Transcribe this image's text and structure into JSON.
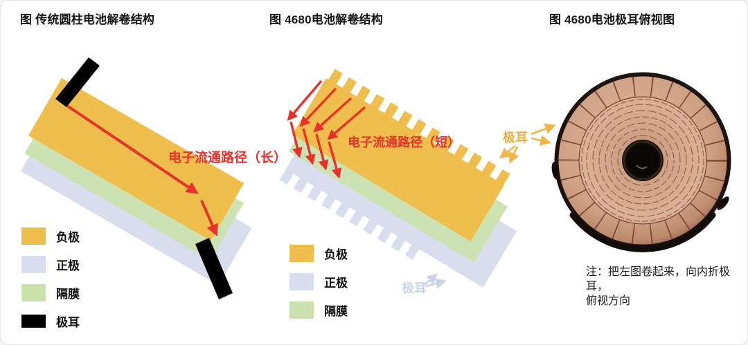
{
  "panel_left": {
    "title": "图 传统圆柱电池解卷结构",
    "path_label": "电子流通路径（长）",
    "legend": [
      {
        "label": "负极",
        "color": "#F0BE4C"
      },
      {
        "label": "正极",
        "color": "#D9DEEF"
      },
      {
        "label": "隔膜",
        "color": "#CBE2AE"
      },
      {
        "label": "极耳",
        "color": "#000000"
      }
    ]
  },
  "panel_middle": {
    "title": "图 4680电池解卷结构",
    "path_label": "电子流通路径（短）",
    "tab_label_anode": "极耳",
    "tab_label_cathode": "极耳",
    "legend": [
      {
        "label": "负极",
        "color": "#F0BE4C"
      },
      {
        "label": "正极",
        "color": "#D9DEEF"
      },
      {
        "label": "隔膜",
        "color": "#CBE2AE"
      }
    ]
  },
  "panel_right": {
    "title": "图 4680电池极耳俯视图",
    "note_line1": "注：把左图卷起来，向内折极耳，",
    "note_line2": "俯视方向"
  },
  "colors": {
    "anode": "#F0BE4C",
    "cathode": "#D9DEEF",
    "separator": "#CBE2AE",
    "tab": "#000000",
    "flow_arrow": "#E8312B"
  }
}
